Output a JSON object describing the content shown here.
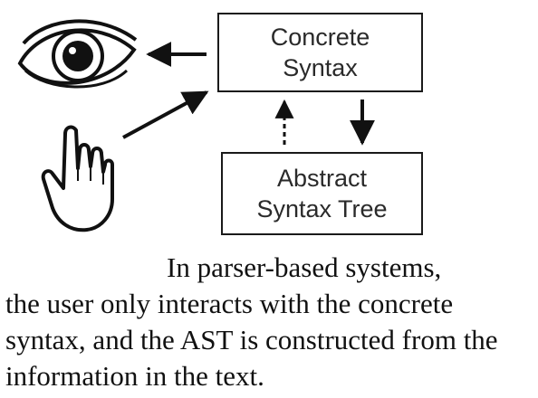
{
  "diagram": {
    "concrete_box": {
      "line1": "Concrete",
      "line2": "Syntax"
    },
    "ast_box": {
      "line1": "Abstract",
      "line2": "Syntax Tree"
    },
    "icons": [
      "eye-icon",
      "pointing-hand-icon"
    ],
    "edges": [
      {
        "from": "concrete_box",
        "to": "eye",
        "style": "solid"
      },
      {
        "from": "hand",
        "to": "concrete_box",
        "style": "solid"
      },
      {
        "from": "concrete_box",
        "to": "ast_box",
        "style": "solid"
      },
      {
        "from": "ast_box",
        "to": "concrete_box",
        "style": "dotted"
      }
    ]
  },
  "caption": {
    "line1": "In parser-based systems,",
    "rest": "the user only interacts with the concrete syntax, and the AST is constructed from the information in the text."
  }
}
